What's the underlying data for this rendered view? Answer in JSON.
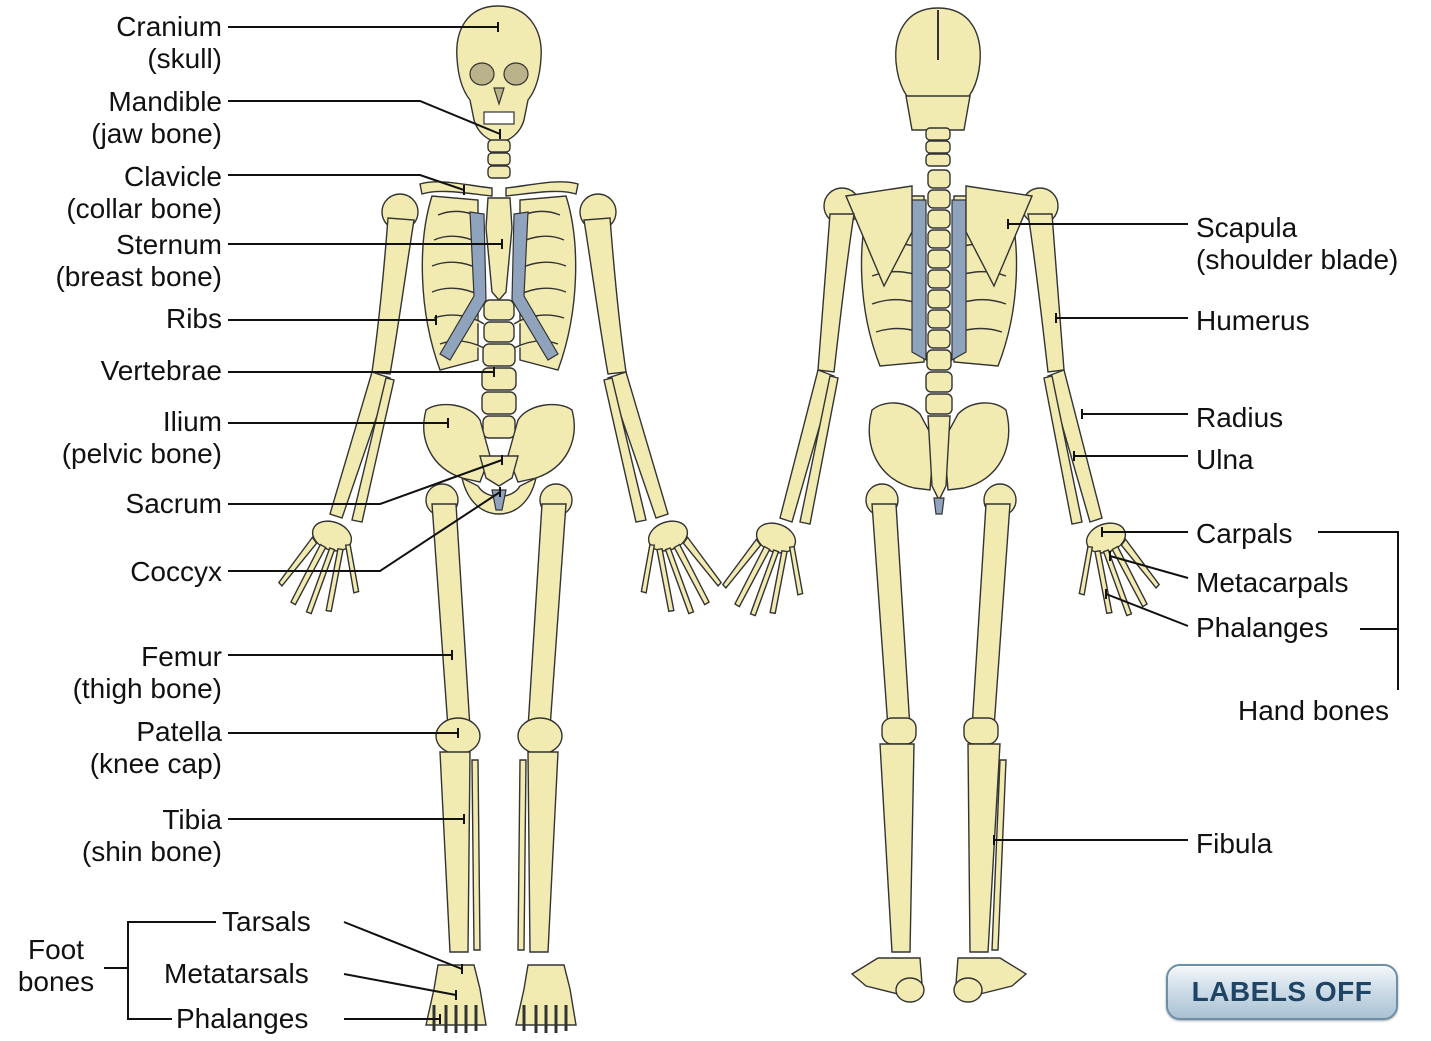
{
  "colors": {
    "bone": "#f2ebb1",
    "bone_outline": "#333333",
    "cartilage": "#8fa3bd",
    "leader_line": "#111111",
    "button_text": "#1e4566"
  },
  "left_labels": [
    {
      "id": "cranium",
      "line1": "Cranium",
      "line2": "(skull)"
    },
    {
      "id": "mandible",
      "line1": "Mandible",
      "line2": "(jaw bone)"
    },
    {
      "id": "clavicle",
      "line1": "Clavicle",
      "line2": "(collar bone)"
    },
    {
      "id": "sternum",
      "line1": "Sternum",
      "line2": "(breast bone)"
    },
    {
      "id": "ribs",
      "line1": "Ribs",
      "line2": ""
    },
    {
      "id": "vertebrae",
      "line1": "Vertebrae",
      "line2": ""
    },
    {
      "id": "ilium",
      "line1": "Ilium",
      "line2": "(pelvic bone)"
    },
    {
      "id": "sacrum",
      "line1": "Sacrum",
      "line2": ""
    },
    {
      "id": "coccyx",
      "line1": "Coccyx",
      "line2": ""
    },
    {
      "id": "femur",
      "line1": "Femur",
      "line2": "(thigh bone)"
    },
    {
      "id": "patella",
      "line1": "Patella",
      "line2": "(knee cap)"
    },
    {
      "id": "tibia",
      "line1": "Tibia",
      "line2": "(shin bone)"
    }
  ],
  "foot": {
    "group_line1": "Foot",
    "group_line2": "bones",
    "tarsals": "Tarsals",
    "metatarsals": "Metatarsals",
    "phalanges": "Phalanges"
  },
  "right_labels": [
    {
      "id": "scapula",
      "line1": "Scapula",
      "line2": "(shoulder blade)"
    },
    {
      "id": "humerus",
      "line1": "Humerus",
      "line2": ""
    },
    {
      "id": "radius",
      "line1": "Radius",
      "line2": ""
    },
    {
      "id": "ulna",
      "line1": "Ulna",
      "line2": ""
    },
    {
      "id": "fibula",
      "line1": "Fibula",
      "line2": ""
    }
  ],
  "hand": {
    "carpals": "Carpals",
    "metacarpals": "Metacarpals",
    "phalanges": "Phalanges",
    "group": "Hand bones"
  },
  "button": {
    "label": "LABELS OFF"
  }
}
